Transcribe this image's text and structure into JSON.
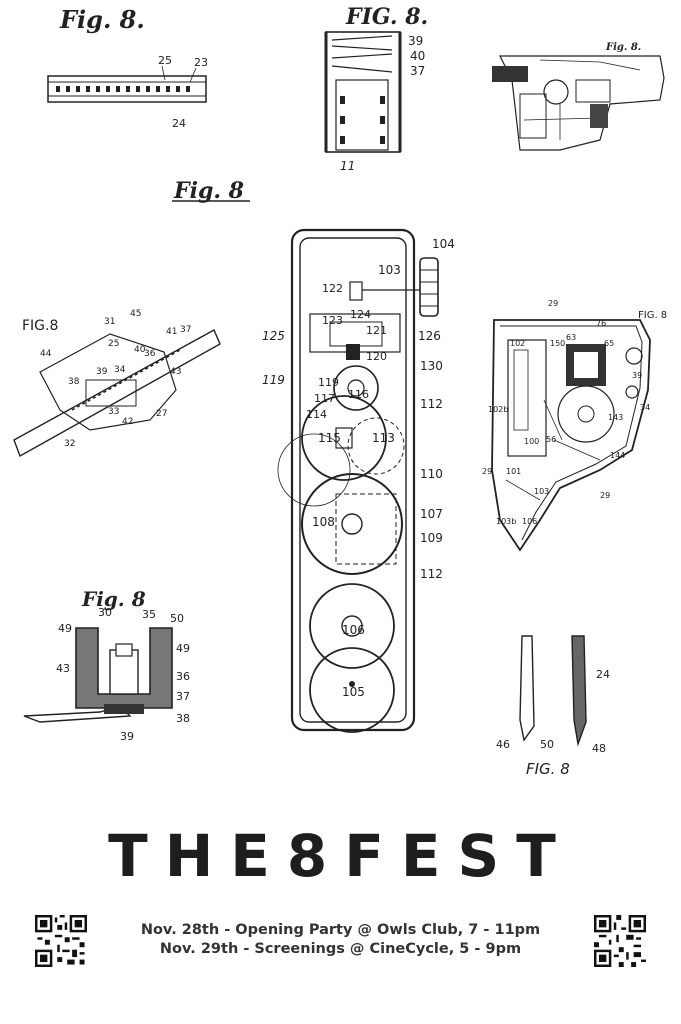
{
  "title": "THE8FEST",
  "events": [
    "Nov. 28th - Opening Party @ Owls Club, 7 - 11pm",
    "Nov. 29th - Screenings @ CineCycle, 5 - 9pm"
  ],
  "figures": {
    "fig_film_strip": {
      "caption": "Fig. 8.",
      "labels": [
        "25",
        "23",
        "24"
      ]
    },
    "fig_top_center": {
      "caption": "FIG. 8.",
      "labels": [
        "39",
        "40",
        "37",
        "11"
      ]
    },
    "fig_top_right": {
      "caption": "Fig. 8."
    },
    "fig_main": {
      "caption": "Fig. 8",
      "labels": [
        "104",
        "103",
        "122",
        "124",
        "123",
        "121",
        "125",
        "126",
        "120",
        "119",
        "130",
        "119",
        "116",
        "117",
        "112",
        "114",
        "115",
        "113",
        "110",
        "107",
        "108",
        "109",
        "112",
        "106",
        "105"
      ]
    },
    "fig_left": {
      "caption": "FIG.8",
      "labels": [
        "31",
        "45",
        "41",
        "37",
        "44",
        "25",
        "40",
        "36",
        "39",
        "34",
        "43",
        "38",
        "33",
        "42",
        "27",
        "32"
      ]
    },
    "fig_right": {
      "caption": "FIG. 8",
      "labels": [
        "29",
        "76",
        "63",
        "150",
        "102",
        "65",
        "39",
        "34",
        "102b",
        "100",
        "143",
        "56",
        "144",
        "29",
        "101",
        "103",
        "106",
        "103b",
        "29"
      ]
    },
    "fig_bottom_left": {
      "caption": "Fig. 8",
      "labels": [
        "49",
        "30",
        "35",
        "50",
        "49",
        "43",
        "36",
        "37",
        "38",
        "39"
      ]
    },
    "fig_bottom_right": {
      "caption": "FIG. 8",
      "labels": [
        "24",
        "46",
        "50",
        "48"
      ]
    }
  }
}
